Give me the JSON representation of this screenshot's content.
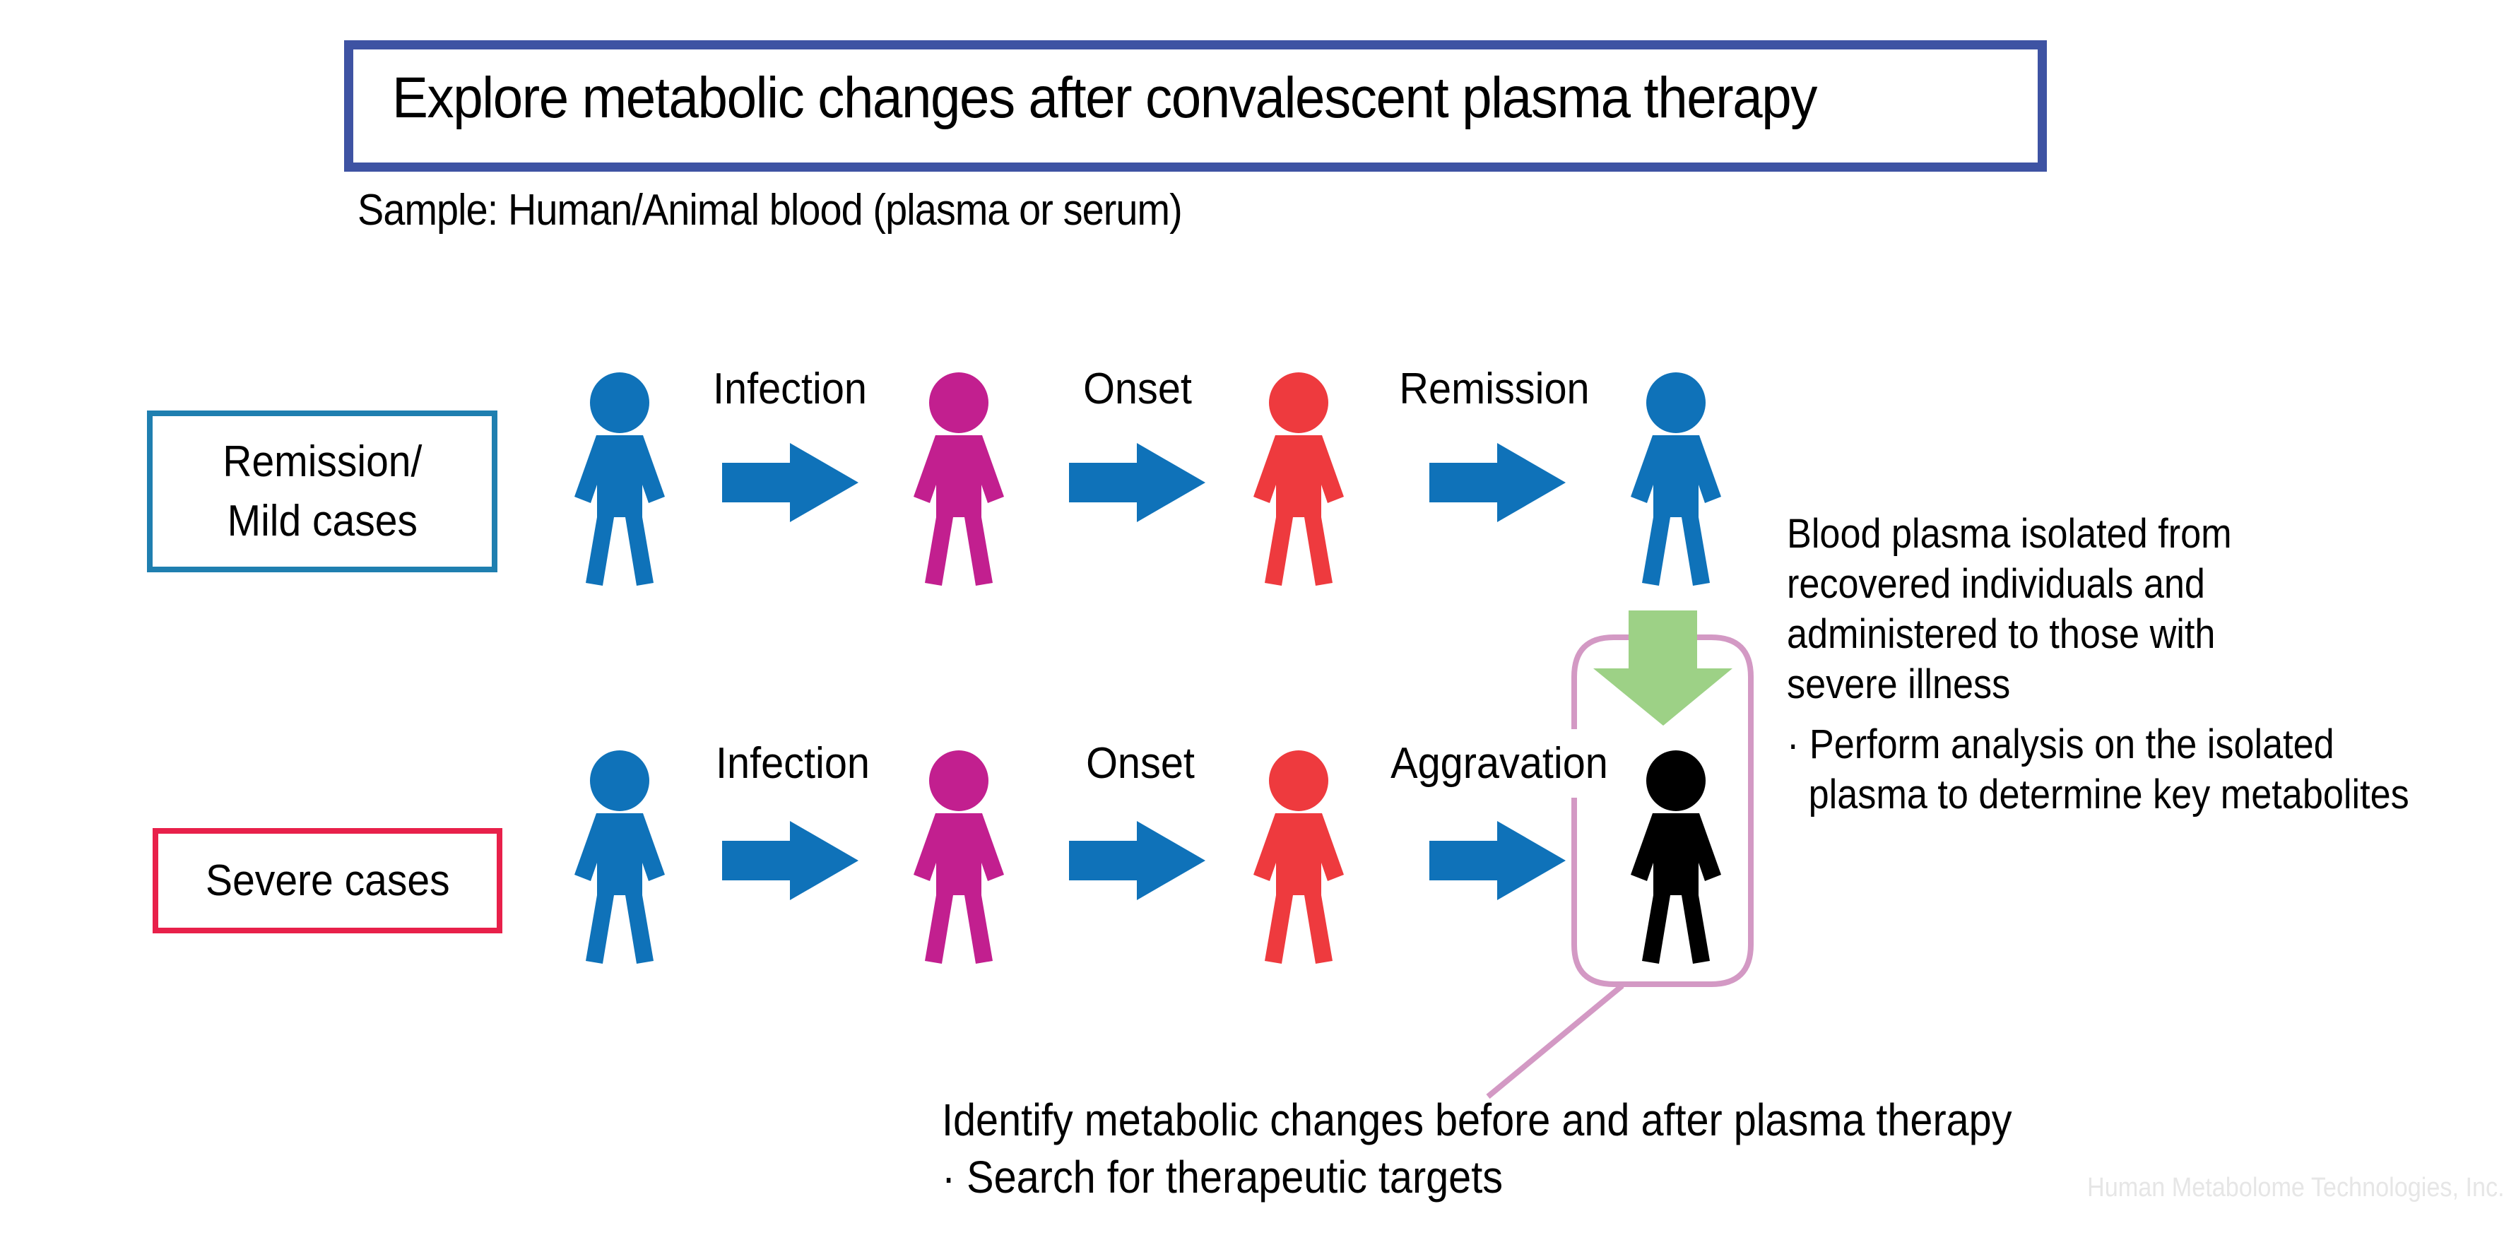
{
  "title": "Explore metabolic changes after convalescent plasma therapy",
  "subtitle": "Sample: Human/Animal blood (plasma or serum)",
  "colors": {
    "title_border": "#3e53a3",
    "mild_border": "#1f7fb0",
    "severe_border": "#e8204a",
    "healthy": "#0f72b9",
    "infected": "#c21f8f",
    "onset": "#ee3a3e",
    "aggravated": "#000000",
    "arrow": "#0f72b9",
    "plasma_arrow": "#9dd186",
    "highlight_box": "#d399c4"
  },
  "rows": [
    {
      "case_label_lines": [
        "Remission/",
        "Mild cases"
      ],
      "steps": [
        "Infection",
        "Onset",
        "Remission"
      ],
      "figures": [
        "healthy",
        "infected",
        "onset",
        "healthy"
      ]
    },
    {
      "case_label_lines": [
        "Severe cases"
      ],
      "steps": [
        "Infection",
        "Onset",
        "Aggravation"
      ],
      "figures": [
        "healthy",
        "infected",
        "onset",
        "aggravated"
      ]
    }
  ],
  "plasma_note": {
    "lines": [
      "Blood plasma isolated from",
      "recovered individuals and",
      "administered to those with",
      "severe illness"
    ],
    "bullet_lines": [
      "· Perform analysis on the isolated",
      "plasma to determine key metabolites"
    ]
  },
  "therapy_note": {
    "lines": [
      "Identify metabolic changes before and after plasma therapy",
      "· Search for therapeutic targets"
    ]
  },
  "watermark": "Human Metabolome Technologies, Inc."
}
